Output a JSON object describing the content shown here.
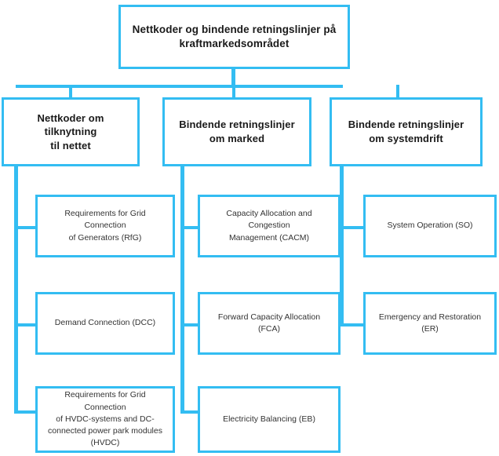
{
  "diagram": {
    "title_text": "Nettkoder og bindende retningslinjer på kraftmarkedsområdet",
    "accent_color": "#33bdf2",
    "box_fill": "#ffffff",
    "text_color": "#1a1a1a",
    "root": {
      "label": "Nettkoder og bindende retningslinjer på\nkraftmarkedsområdet"
    },
    "branches": [
      {
        "label": "Nettkoder om tilknytning\ntil nettet",
        "children": [
          {
            "label": "Requirements for Grid Connection\nof Generators (RfG)"
          },
          {
            "label": "Demand Connection (DCC)"
          },
          {
            "label": "Requirements for Grid Connection\nof HVDC-systems and DC-\nconnected power park modules\n(HVDC)"
          }
        ]
      },
      {
        "label": "Bindende retningslinjer\nom marked",
        "children": [
          {
            "label": "Capacity Allocation and Congestion\nManagement (CACM)"
          },
          {
            "label": "Forward Capacity Allocation (FCA)"
          },
          {
            "label": "Electricity Balancing (EB)"
          }
        ]
      },
      {
        "label": "Bindende retningslinjer\nom systemdrift",
        "children": [
          {
            "label": "System Operation (SO)"
          },
          {
            "label": "Emergency and Restoration (ER)"
          }
        ]
      }
    ]
  }
}
